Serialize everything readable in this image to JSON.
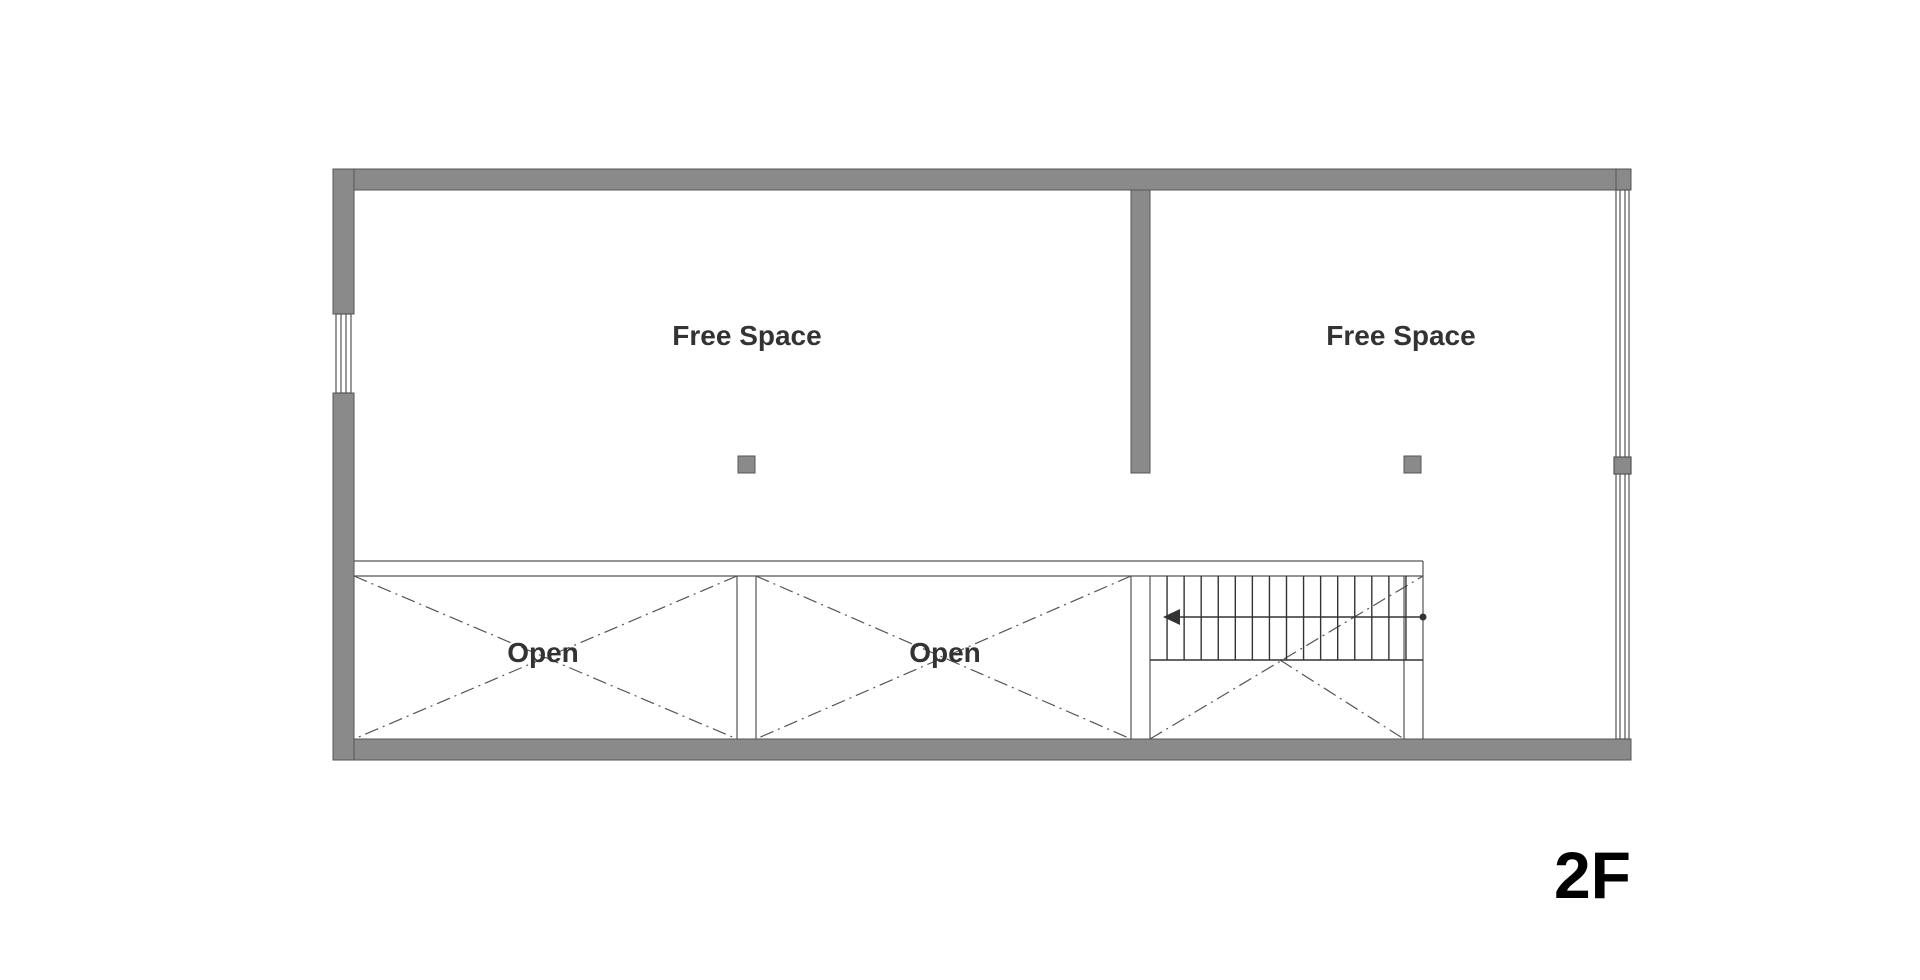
{
  "plan": {
    "rooms": [
      {
        "label": "Free Space"
      },
      {
        "label": "Free Space"
      }
    ],
    "voids": [
      {
        "label": "Open"
      },
      {
        "label": "Open"
      }
    ],
    "floor_label": "2F"
  },
  "colors": {
    "wall": "#8a8a8a",
    "line": "#555555",
    "text": "#333333",
    "floor_label": "#000000"
  }
}
